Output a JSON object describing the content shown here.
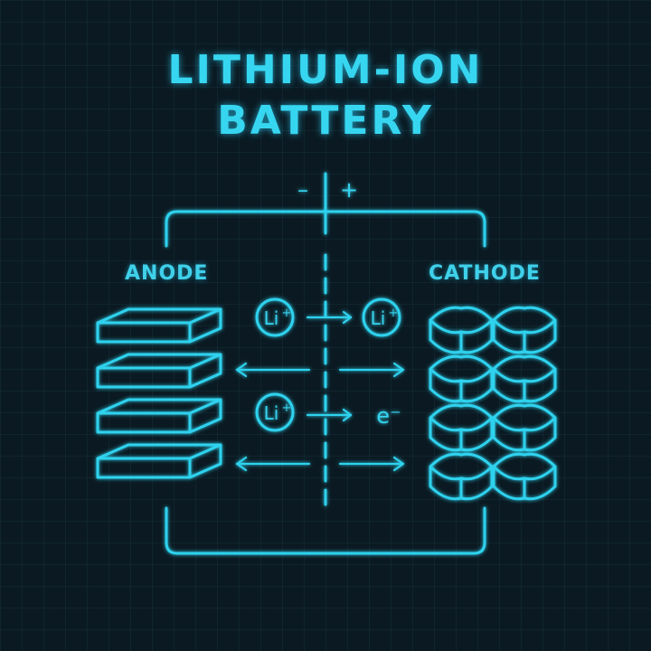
{
  "title": {
    "line1": "LITHIUM-ION",
    "line2": "BATTERY"
  },
  "terminals": {
    "negative": "–",
    "positive": "+"
  },
  "labels": {
    "anode": "ANODE",
    "cathode": "CATHODE"
  },
  "ions": {
    "ion_symbol": "Li",
    "ion_charge": "+",
    "electron": "e⁻"
  },
  "colors": {
    "accent": "#2fd2ee",
    "background": "#0b1a22"
  }
}
